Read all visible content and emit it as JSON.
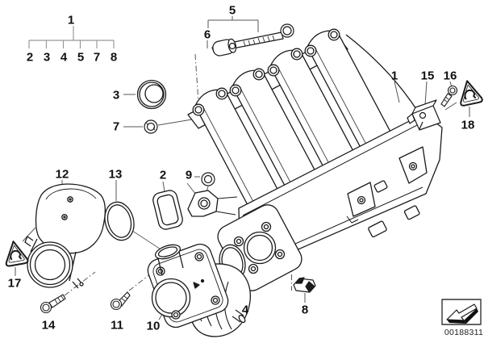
{
  "colors": {
    "background": "#ffffff",
    "part_line": "#1a1a1a",
    "leader_line": "#555555",
    "bracket_line": "#999999"
  },
  "tree": {
    "parent": "1",
    "children": [
      "2",
      "3",
      "4",
      "5",
      "7",
      "8"
    ]
  },
  "parts": {
    "p1": "1",
    "p2": "2",
    "p3": "3",
    "p4": "4",
    "p5": "5",
    "p6": "6",
    "p7": "7",
    "p8": "8",
    "p9": "9",
    "p10": "10",
    "p11": "11",
    "p12": "12",
    "p13": "13",
    "p14": "14",
    "p15": "15",
    "p16": "16",
    "p17": "17",
    "p18": "18"
  },
  "icons": {
    "caution_triangle": "warning-triangle",
    "direction_stamp": "arrow-down-left"
  },
  "stamp": {
    "image_number": "00188311"
  }
}
